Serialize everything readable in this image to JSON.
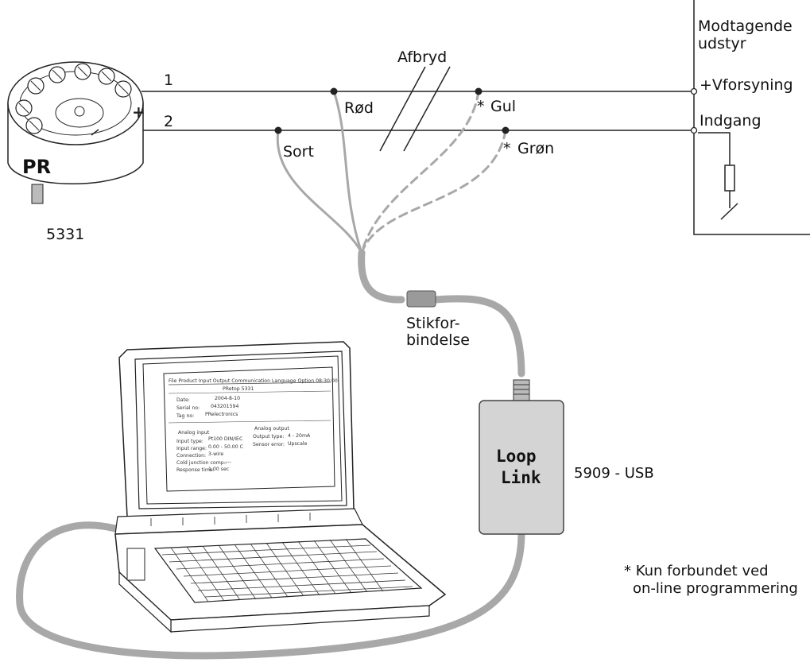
{
  "transmitter": {
    "model": "5331",
    "brand": "PR",
    "terminal_1": "1",
    "terminal_2": "2"
  },
  "wires": {
    "red": "Rød",
    "black": "Sort",
    "yellow": "Gul",
    "green": "Grøn",
    "asterisk": "*"
  },
  "break_label": "Afbryd",
  "receiver": {
    "title_line1": "Modtagende",
    "title_line2": "udstyr",
    "supply": "+Vforsyning",
    "input": "Indgang"
  },
  "connector": {
    "line1": "Stikfor-",
    "line2": "bindelse"
  },
  "loop_link": {
    "line1": "Loop",
    "line2": "Link",
    "model": "5909 - USB"
  },
  "note": {
    "line1": "* Kun forbundet ved",
    "line2": "on-line programmering"
  },
  "laptop_screen": {
    "menu": "File  Product  Input  Output  Communication  Language  Option  08:30:00",
    "title": "PRetop 5331",
    "date_label": "Date:",
    "date_value": "2004-8-10",
    "serial_label": "Serial no:",
    "serial_value": "043201594",
    "tag_label": "Tag no:",
    "tag_value": "PRelectronics",
    "analog_input": "Analog input",
    "analog_output": "Analog output",
    "input_type_label": "Input type:",
    "input_type_value": "Pt100  DIN/IEC",
    "input_range_label": "Input range:",
    "input_range_value": "0.00 - 50.00 C",
    "connection_label": "Connection:",
    "connection_value": "3-wire",
    "cjc_label": "Cold junction comp.:",
    "cjc_value": "----",
    "response_label": "Response time:",
    "response_value": "1.00 sec",
    "output_type_label": "Output type:",
    "output_type_value": "4 - 20mA",
    "sensor_error_label": "Sensor error:",
    "sensor_error_value": "Upscale"
  }
}
